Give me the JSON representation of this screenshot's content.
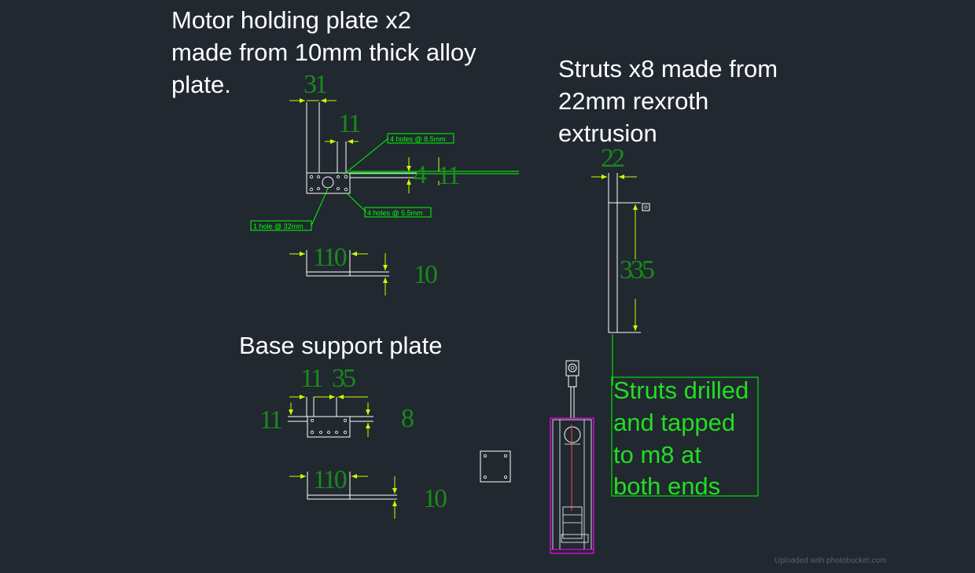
{
  "notes": {
    "motor_plate_l1": "Motor holding plate x2",
    "motor_plate_l2": "made from 10mm thick alloy",
    "motor_plate_l3": "plate.",
    "struts_l1": "Struts x8 made from",
    "struts_l2": "22mm rexroth",
    "struts_l3": "extrusion",
    "base_plate": "Base support plate",
    "drilled_l1": "Struts drilled",
    "drilled_l2": "and tapped",
    "drilled_l3": "to m8 at",
    "drilled_l4": "both ends"
  },
  "dimensions": {
    "motor_31": "31",
    "motor_11": "11",
    "motor_4": "4",
    "motor_11b": "11",
    "motor_110": "110",
    "motor_10": "10",
    "strut_22": "22",
    "strut_335": "335",
    "base_11a": "11",
    "base_35": "35",
    "base_11b": "11",
    "base_8": "8",
    "base_110": "110",
    "base_10": "10"
  },
  "labels": {
    "holes_85": "4 holes @ 8.5mm",
    "holes_55": "4 holes @ 5.5mm",
    "hole_32": "1 hole @ 32mm"
  },
  "watermark": "Uploaded with photobucket.com",
  "colors": {
    "background": "#212830",
    "note_text": "#ffffff",
    "dimension_text": "#1a8a1a",
    "dimension_arrow": "#ccff00",
    "leader": "#00ff00",
    "outline": "#ffffff",
    "assembly_frame": "#ff00ff",
    "actuator_rod": "#ff4444"
  }
}
